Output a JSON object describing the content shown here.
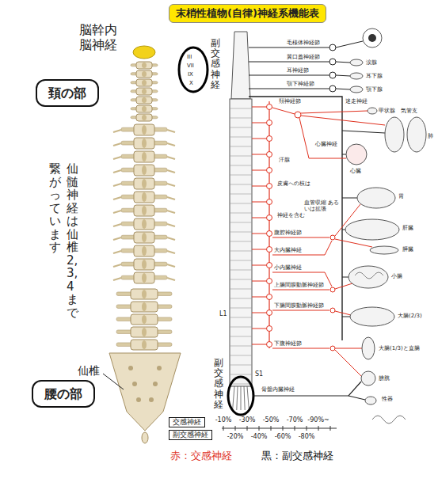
{
  "diagram": {
    "title": "末梢性植物(自律)神経系機能表",
    "nodes": [
      {
        "text": [
          "頚の部"
        ]
      },
      {
        "text": [
          "腰の部"
        ]
      },
      {
        "text": [
          "交感神経"
        ]
      },
      {
        "text": [
          "副交感神経"
        ]
      }
    ],
    "labels": [
      "脳幹内 脳神経",
      "仙髄神経は仙椎2,3,4まで",
      "繋がっています",
      "仙椎",
      "副交感神経",
      "III",
      "VII",
      "IX",
      "X",
      "毛様体神経節",
      "翼口蓋神経節",
      "耳神経節",
      "顎下神経節",
      "涙腺",
      "耳下腺",
      "顎下腺",
      "甲状腺",
      "迷走神経",
      "頚神経節",
      "気管支",
      "肺",
      "心臓神経",
      "心臓",
      "汗腺",
      "皮膚への枝は",
      "血管収縮 あるいは拡張",
      "神経を含む",
      "胃",
      "腹腔神経節",
      "肝臓",
      "膵臓",
      "大内臓神経",
      "小内臓神経",
      "上腸間膜動脈神経節",
      "小腸",
      "下腸間膜動脈神経節",
      "大腸(2/3)",
      "L1",
      "下腹神経節",
      "大腸(1/3)と直腸",
      "S1",
      "副交感神経",
      "骨盤内臓神経",
      "膀胱",
      "性器",
      "-10%",
      "-30%",
      "-50%",
      "-70%",
      "-90%~",
      "-20%",
      "-40%",
      "-60%",
      "-80%",
      "赤：交感神経",
      "黒：副交感神経"
    ]
  }
}
